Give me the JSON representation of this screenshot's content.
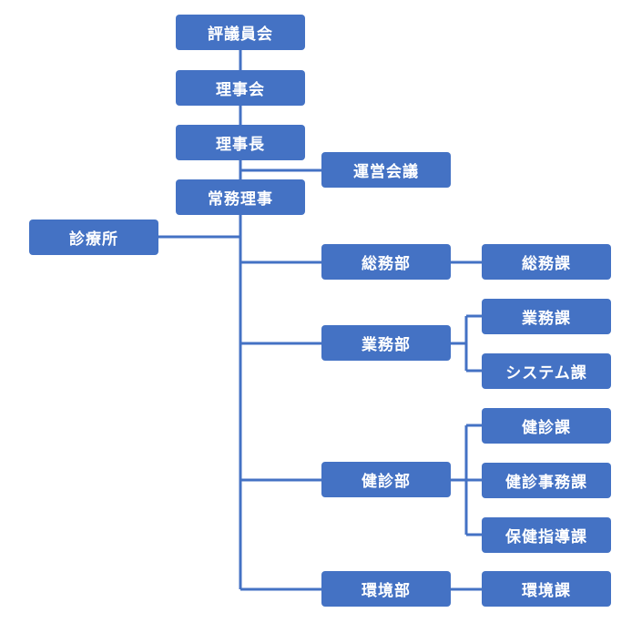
{
  "org_chart": {
    "nodes": {
      "hyogiinkai": "評議員会",
      "rijikai": "理事会",
      "rijicho": "理事長",
      "unei_kaigi": "運営会議",
      "jomu_riji": "常務理事",
      "shinryojo": "診療所",
      "somubu": "総務部",
      "somuka": "総務課",
      "gyomubu": "業務部",
      "gyomuka": "業務課",
      "system_ka": "システム課",
      "kenshinbu": "健診部",
      "kenshinka": "健診課",
      "kenshin_jimuka": "健診事務課",
      "hoken_shidoka": "保健指導課",
      "kankyobu": "環境部",
      "kankyoka": "環境課"
    },
    "colors": {
      "node_fill": "#4472c4",
      "node_text": "#ffffff",
      "connector": "#4472c4"
    }
  }
}
